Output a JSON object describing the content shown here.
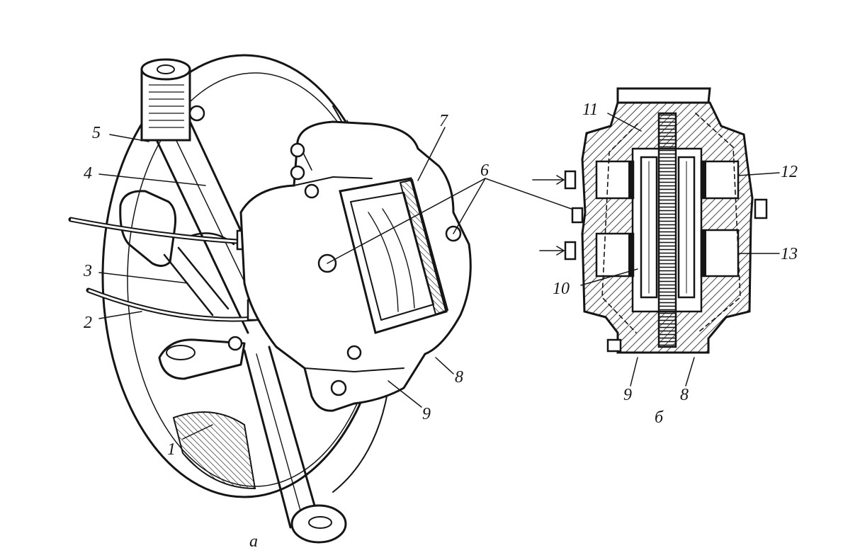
{
  "figure": {
    "view_a": {
      "caption": "а",
      "labels": [
        "1",
        "2",
        "3",
        "4",
        "5",
        "6",
        "7",
        "8",
        "9"
      ]
    },
    "view_b": {
      "caption": "б",
      "labels": [
        "8",
        "9",
        "10",
        "11",
        "12",
        "13"
      ]
    }
  },
  "colors": {
    "ink": "#151515",
    "paper": "#ffffff"
  }
}
